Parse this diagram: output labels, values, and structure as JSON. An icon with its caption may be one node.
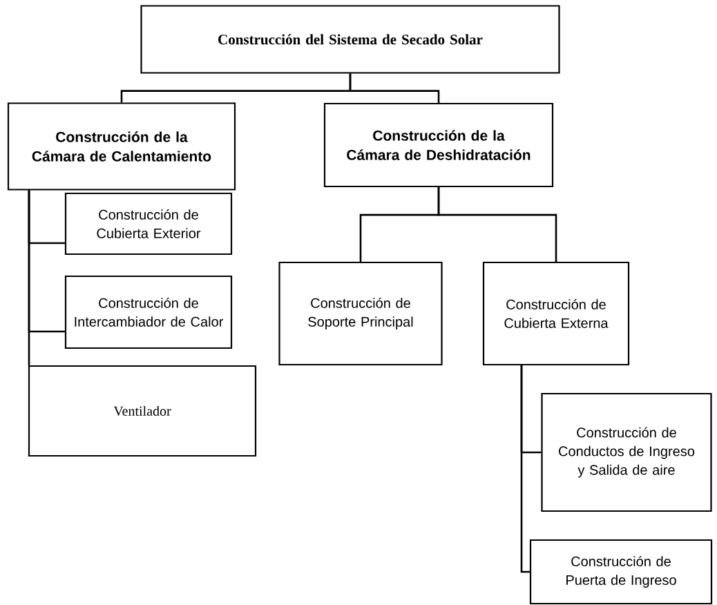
{
  "diagram": {
    "nodes": [
      {
        "text": [
          "Construcción del Sistema de Secado Solar"
        ]
      },
      {
        "text": [
          "Construcción de la Cámara de Calentamiento"
        ]
      },
      {
        "text": [
          "Construcción de la Cámara de Deshidratación"
        ]
      },
      {
        "text": [
          "Construcción de Cubierta Exterior"
        ]
      },
      {
        "text": [
          "Construcción de Intercambiador de Calor"
        ]
      },
      {
        "text": [
          "Ventilador"
        ]
      },
      {
        "text": [
          "Construcción de Soporte Principal"
        ]
      },
      {
        "text": [
          "Construcción de Cubierta Externa"
        ]
      },
      {
        "text": [
          "Construcción de Conductos de Ingreso y Salida de aire"
        ]
      },
      {
        "text": [
          "Construcción de Puerta de Ingreso"
        ]
      }
    ],
    "edges": [
      {
        "from": 0,
        "to": 1,
        "arrow": "none"
      },
      {
        "from": 0,
        "to": 2,
        "arrow": "none"
      },
      {
        "from": 1,
        "to": 3,
        "arrow": "none"
      },
      {
        "from": 1,
        "to": 4,
        "arrow": "none"
      },
      {
        "from": 1,
        "to": 5,
        "arrow": "none"
      },
      {
        "from": 2,
        "to": 6,
        "arrow": "none"
      },
      {
        "from": 2,
        "to": 7,
        "arrow": "none"
      },
      {
        "from": 7,
        "to": 8,
        "arrow": "none"
      },
      {
        "from": 7,
        "to": 9,
        "arrow": "none"
      }
    ]
  }
}
